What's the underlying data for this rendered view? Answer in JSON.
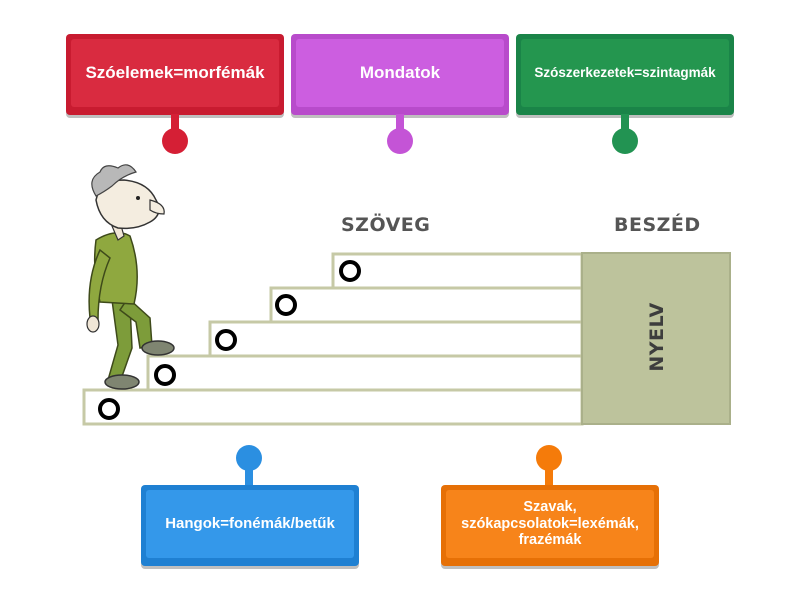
{
  "cards": {
    "szoelemek": "Szóelemek=morfémák",
    "mondatok": "Mondatok",
    "szoszerkezetek": "Szószerkezetek=szintagmák",
    "hangok": "Hangok=fonémák/betűk",
    "szavak": "Szavak, szókapcsolatok=lexémák, frazémák"
  },
  "diagram": {
    "szoveg": "SZÖVEG",
    "beszed": "BESZÉD",
    "nyelv": "NYELV"
  },
  "colors": {
    "red": "#d51f35",
    "purple": "#c454d6",
    "green": "#229352",
    "blue": "#2b8fe1",
    "orange": "#f57b0a",
    "stair_border": "#c6c9a6",
    "nyelv_box": "#bdc39c"
  }
}
